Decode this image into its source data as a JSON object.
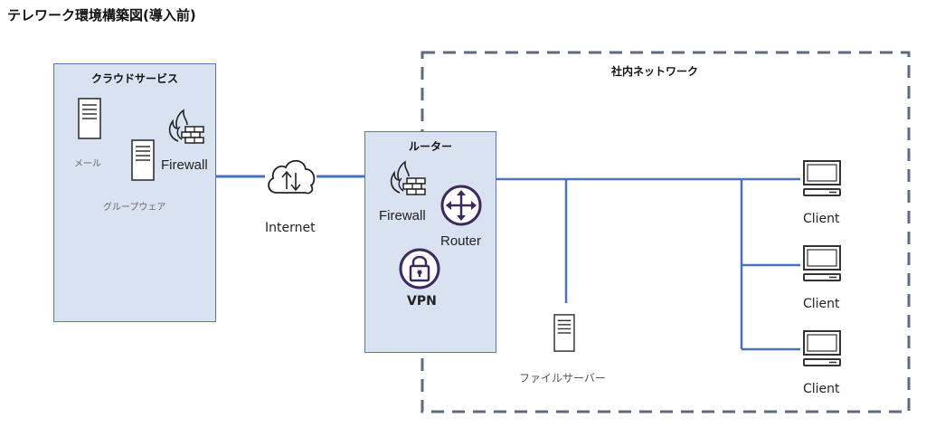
{
  "title": "テレワーク環境構築図(導入前)",
  "cloud_service": {
    "title": "クラウドサービス",
    "mail_label": "メール",
    "groupware_label": "グループウェア",
    "firewall_label": "Firewall"
  },
  "internet": {
    "label": "Internet"
  },
  "router_box": {
    "title": "ルーター",
    "firewall_label": "Firewall",
    "router_label": "Router",
    "vpn_label": "VPN"
  },
  "internal_network": {
    "title": "社内ネットワーク",
    "file_server_label": "ファイルサーバー",
    "clients": [
      {
        "label": "Client"
      },
      {
        "label": "Client"
      },
      {
        "label": "Client"
      }
    ]
  },
  "colors": {
    "box_fill": "#d9e2f1",
    "box_border": "#5b79aa",
    "line": "#4a72b8",
    "dashed_border": "#5e6b7e",
    "accent_icon": "#3b2a5e"
  },
  "icons": [
    "server-icon",
    "firewall-icon",
    "cloud-icon",
    "router-icon",
    "lock-icon",
    "computer-icon"
  ]
}
